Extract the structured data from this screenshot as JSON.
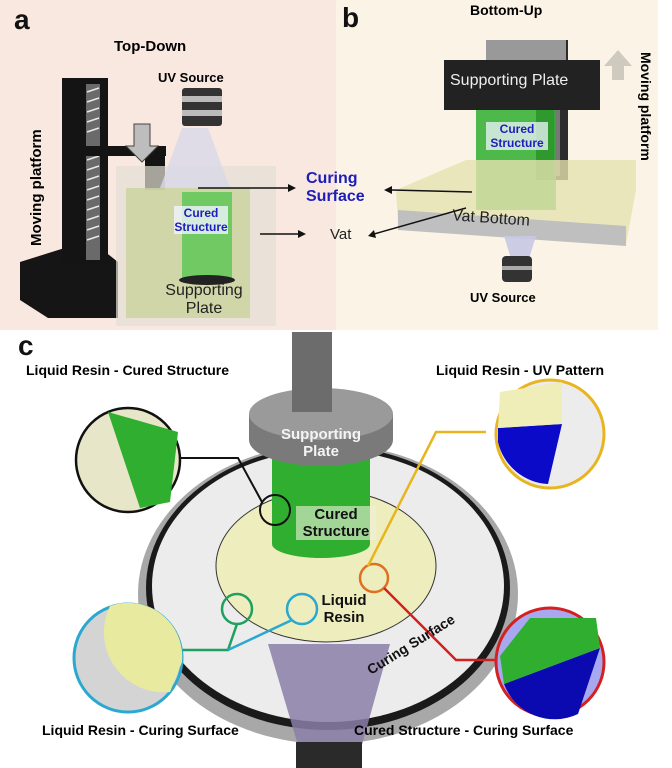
{
  "panel_a": {
    "letter": "a",
    "title": "Top-Down",
    "uv_source": "UV Source",
    "moving_platform": "Moving platform",
    "cured_structure_line1": "Cured",
    "cured_structure_line2": "Structure",
    "supporting_plate_line1": "Supporting",
    "supporting_plate_line2": "Plate"
  },
  "shared": {
    "curing_surface_line1": "Curing",
    "curing_surface_line2": "Surface",
    "vat": "Vat"
  },
  "panel_b": {
    "letter": "b",
    "title": "Bottom-Up",
    "supporting_plate": "Supporting Plate",
    "cured_structure_line1": "Cured",
    "cured_structure_line2": "Structure",
    "moving_platform": "Moving platform",
    "vat_bottom": "Vat Bottom",
    "uv_source": "UV Source"
  },
  "panel_c": {
    "letter": "c",
    "callout_top_left": "Liquid Resin - Cured Structure",
    "callout_top_right": "Liquid Resin - UV Pattern",
    "callout_bottom_left": "Liquid Resin - Curing Surface",
    "callout_bottom_right": "Cured Structure - Curing Surface",
    "supporting_plate_line1": "Supporting",
    "supporting_plate_line2": "Plate",
    "cured_structure_line1": "Cured",
    "cured_structure_line2": "Structure",
    "liquid_resin_line1": "Liquid",
    "liquid_resin_line2": "Resin",
    "curing_surface": "Curing Surface"
  },
  "colors": {
    "label_blue": "#1d1dbb",
    "cured_green": "#2fae2f",
    "resin_yellow": "#efeeb8",
    "uv_blue": "#0a0ac8",
    "callout_black": "#111111",
    "callout_yellow": "#e8b420",
    "callout_red": "#d42020",
    "callout_green": "#1fa060",
    "callout_cyan": "#2aa8d0"
  }
}
